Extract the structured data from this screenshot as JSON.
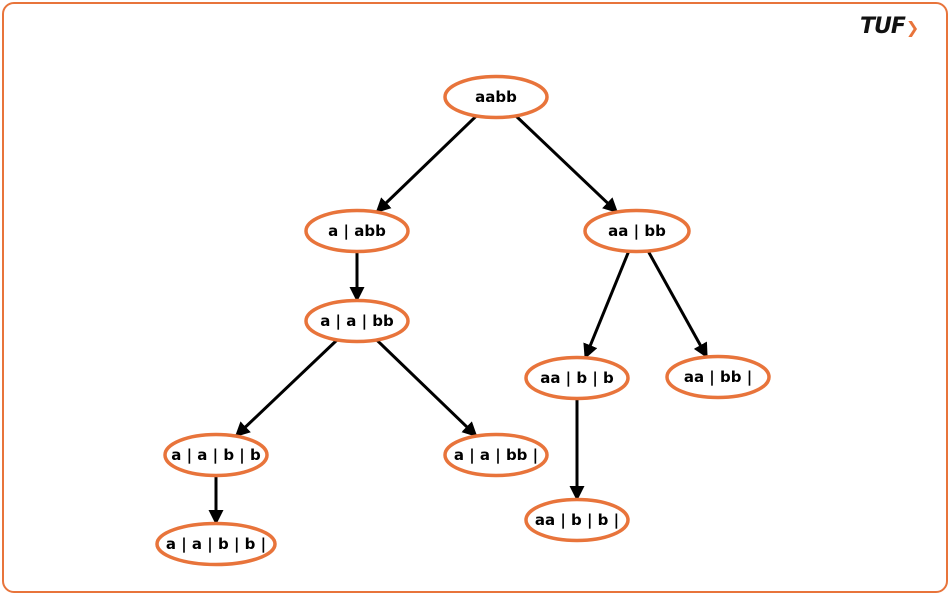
{
  "logo": {
    "text": "TUF",
    "accent_color": "#e8743b"
  },
  "colors": {
    "node_stroke": "#e8743b",
    "edge": "#000000",
    "border": "#e8743b"
  },
  "nodes": [
    {
      "id": "n0",
      "label": "aabb"
    },
    {
      "id": "n1",
      "label": "a | abb"
    },
    {
      "id": "n2",
      "label": "aa | bb"
    },
    {
      "id": "n3",
      "label": "a | a | bb"
    },
    {
      "id": "n4",
      "label": "aa | b | b"
    },
    {
      "id": "n5",
      "label": "aa | bb |"
    },
    {
      "id": "n6",
      "label": "a | a | b | b"
    },
    {
      "id": "n7",
      "label": "a | a | bb |"
    },
    {
      "id": "n8",
      "label": "aa | b | b |"
    },
    {
      "id": "n9",
      "label": "a | a | b | b |"
    }
  ],
  "edges": [
    [
      "n0",
      "n1"
    ],
    [
      "n0",
      "n2"
    ],
    [
      "n1",
      "n3"
    ],
    [
      "n3",
      "n6"
    ],
    [
      "n3",
      "n7"
    ],
    [
      "n2",
      "n4"
    ],
    [
      "n2",
      "n5"
    ],
    [
      "n4",
      "n8"
    ],
    [
      "n6",
      "n9"
    ]
  ]
}
